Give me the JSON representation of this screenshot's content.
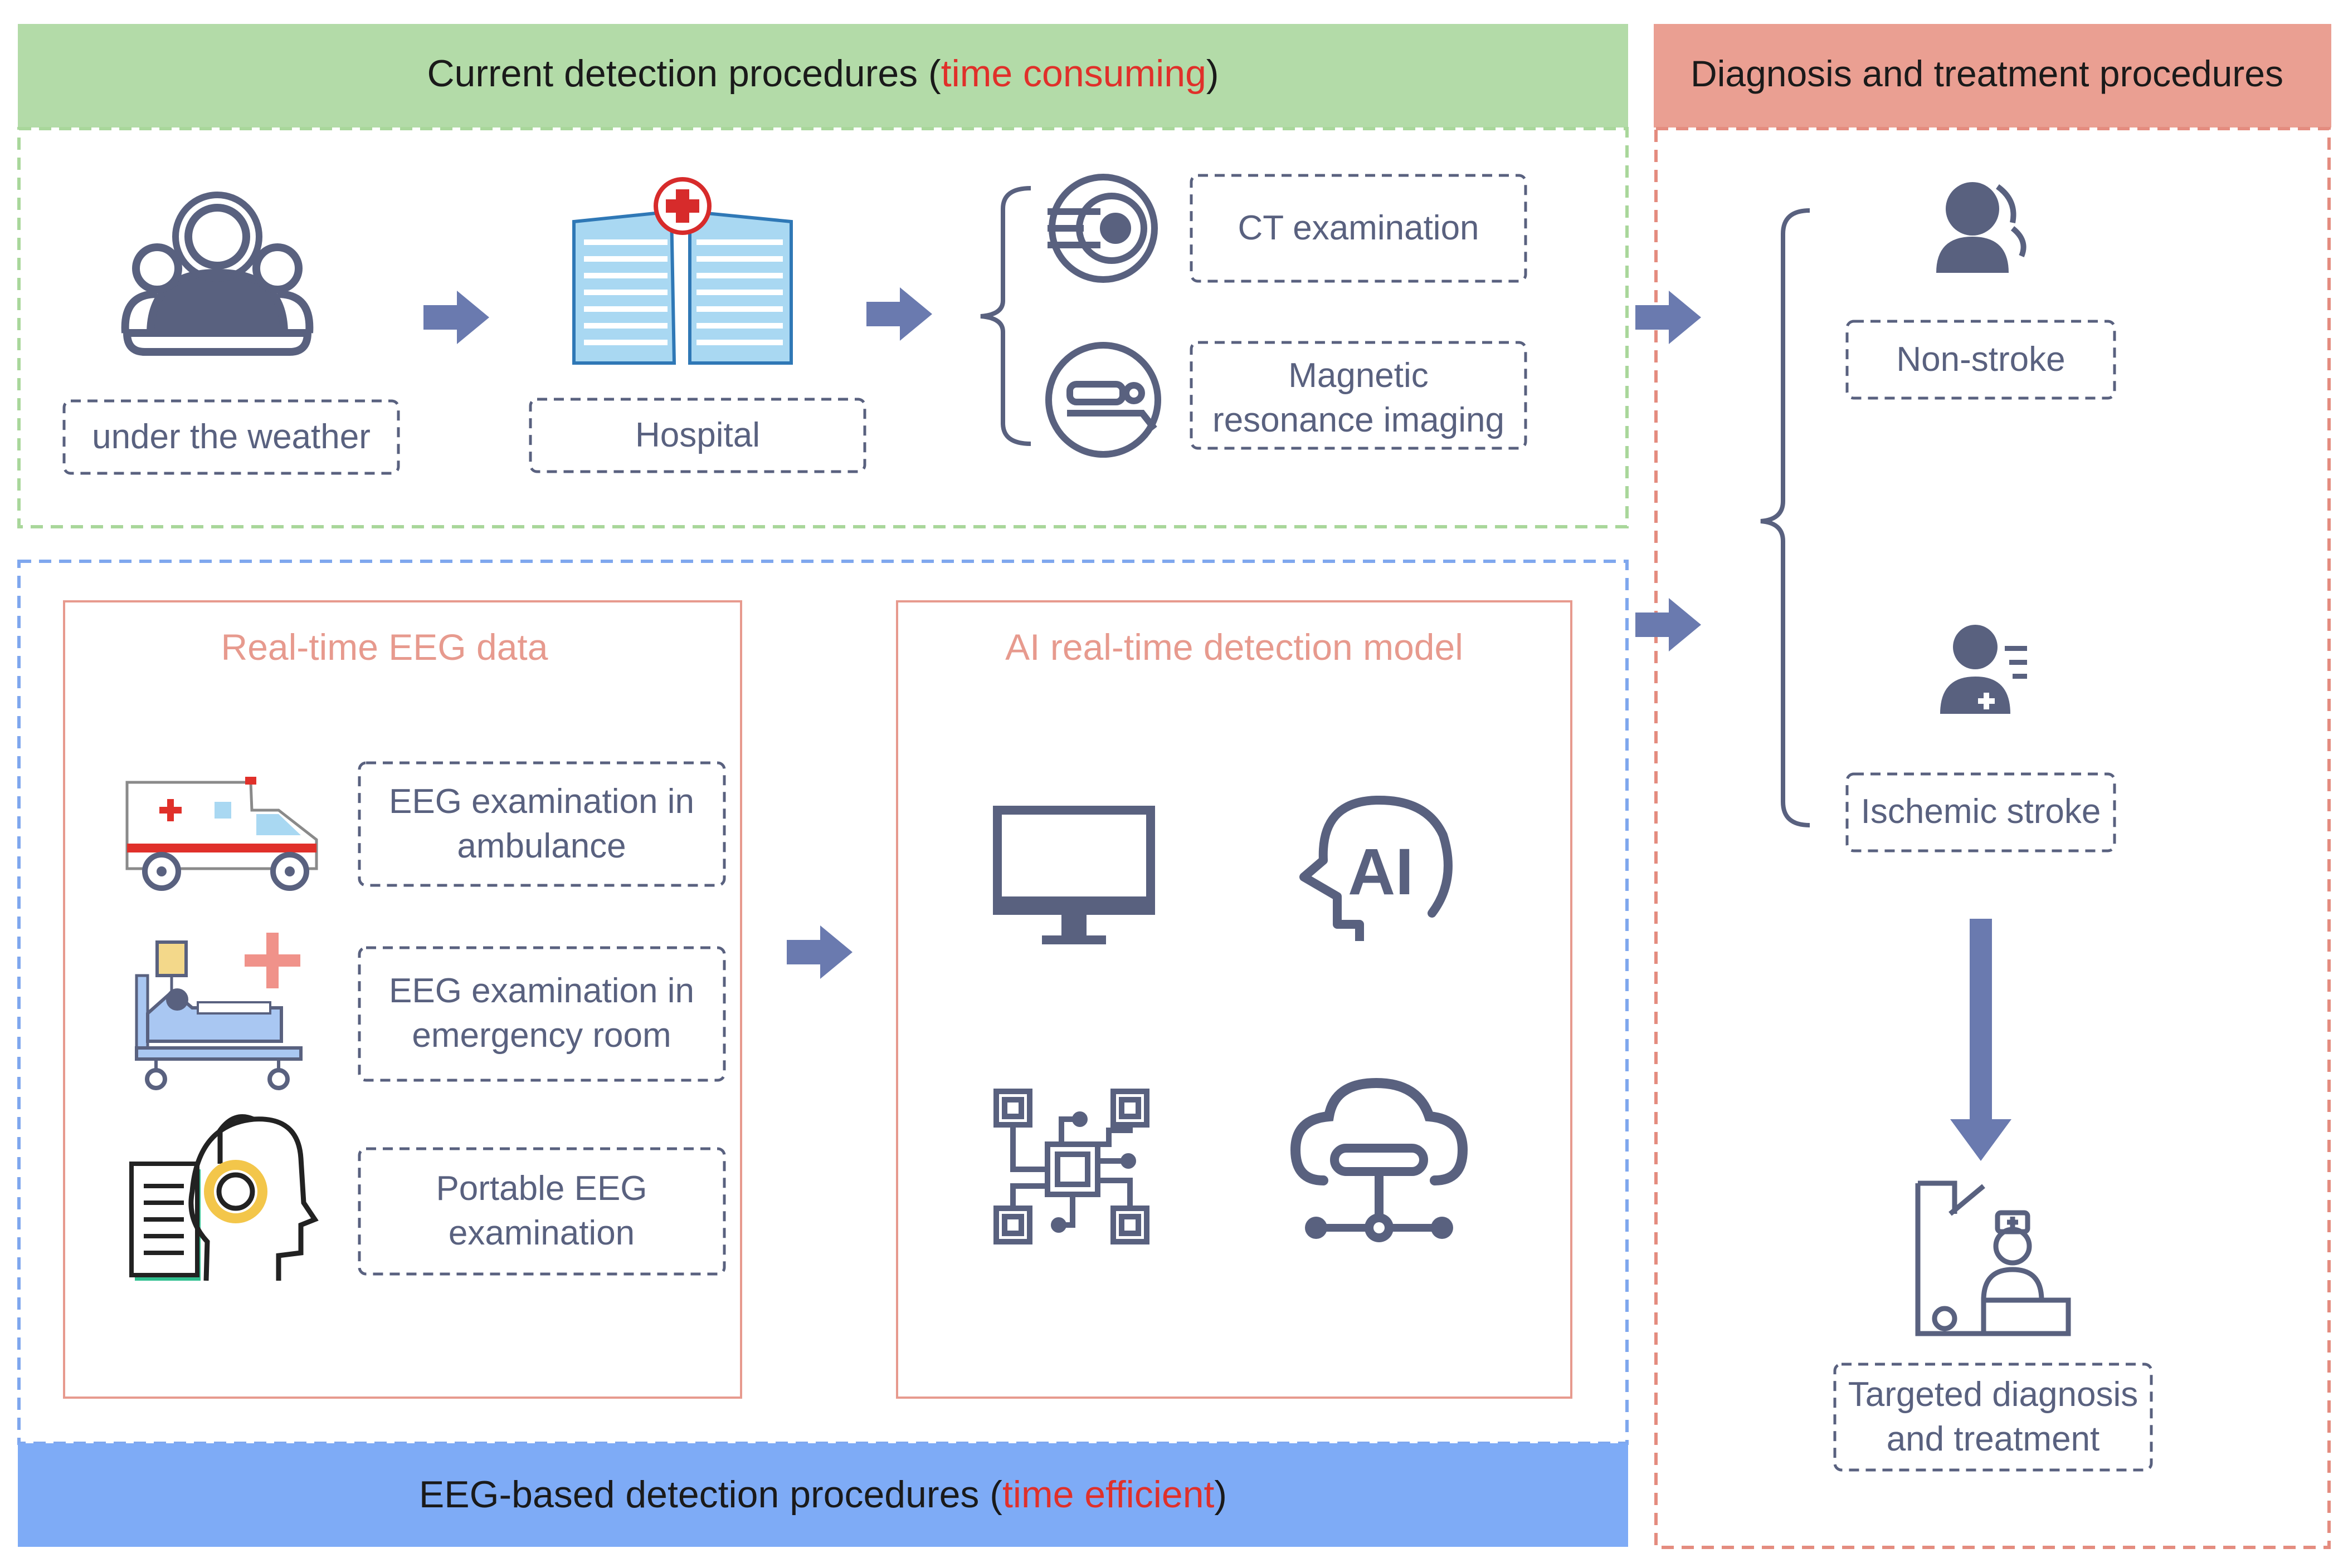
{
  "colors": {
    "green_header": "#b3dba8",
    "green_dash": "#a9d79b",
    "pink_header": "#ea9f92",
    "pink_dash": "#e48c7f",
    "blue_footer": "#7eabf6",
    "blue_dash": "#7fa7ee",
    "salmon_text": "#e79a8e",
    "icon_slate": "#59617f",
    "red": "#e0302a"
  },
  "current": {
    "header_main": "Current detection procedures (",
    "header_emph": "time consuming",
    "header_close": ")",
    "steps": {
      "weather": "under the weather",
      "hospital": "Hospital",
      "ct": "CT examination",
      "mri_line1": "Magnetic",
      "mri_line2": "resonance imaging"
    }
  },
  "diagnosis": {
    "header": "Diagnosis and treatment procedures",
    "non_stroke": "Non-stroke",
    "ischemic": "Ischemic stroke",
    "targeted_line1": "Targeted diagnosis",
    "targeted_line2": "and treatment"
  },
  "eeg": {
    "data_title": "Real-time EEG data",
    "model_title": "AI real-time detection model",
    "ambulance_line1": "EEG examination in",
    "ambulance_line2": "ambulance",
    "er_line1": "EEG examination in",
    "er_line2": "emergency room",
    "portable_line1": "Portable EEG",
    "portable_line2": "examination",
    "ai_label": "AI",
    "footer_main": "EEG-based detection procedures (",
    "footer_emph": "time efficient",
    "footer_close": ")"
  },
  "icons": [
    "people-group-icon",
    "hospital-icon",
    "ct-scanner-icon",
    "mri-scanner-icon",
    "ambulance-icon",
    "hospital-bed-icon",
    "eeg-headset-icon",
    "monitor-icon",
    "ai-head-icon",
    "chip-circuit-icon",
    "cloud-network-icon",
    "non-stroke-person-icon",
    "stroke-patient-icon",
    "doctor-desk-icon"
  ]
}
